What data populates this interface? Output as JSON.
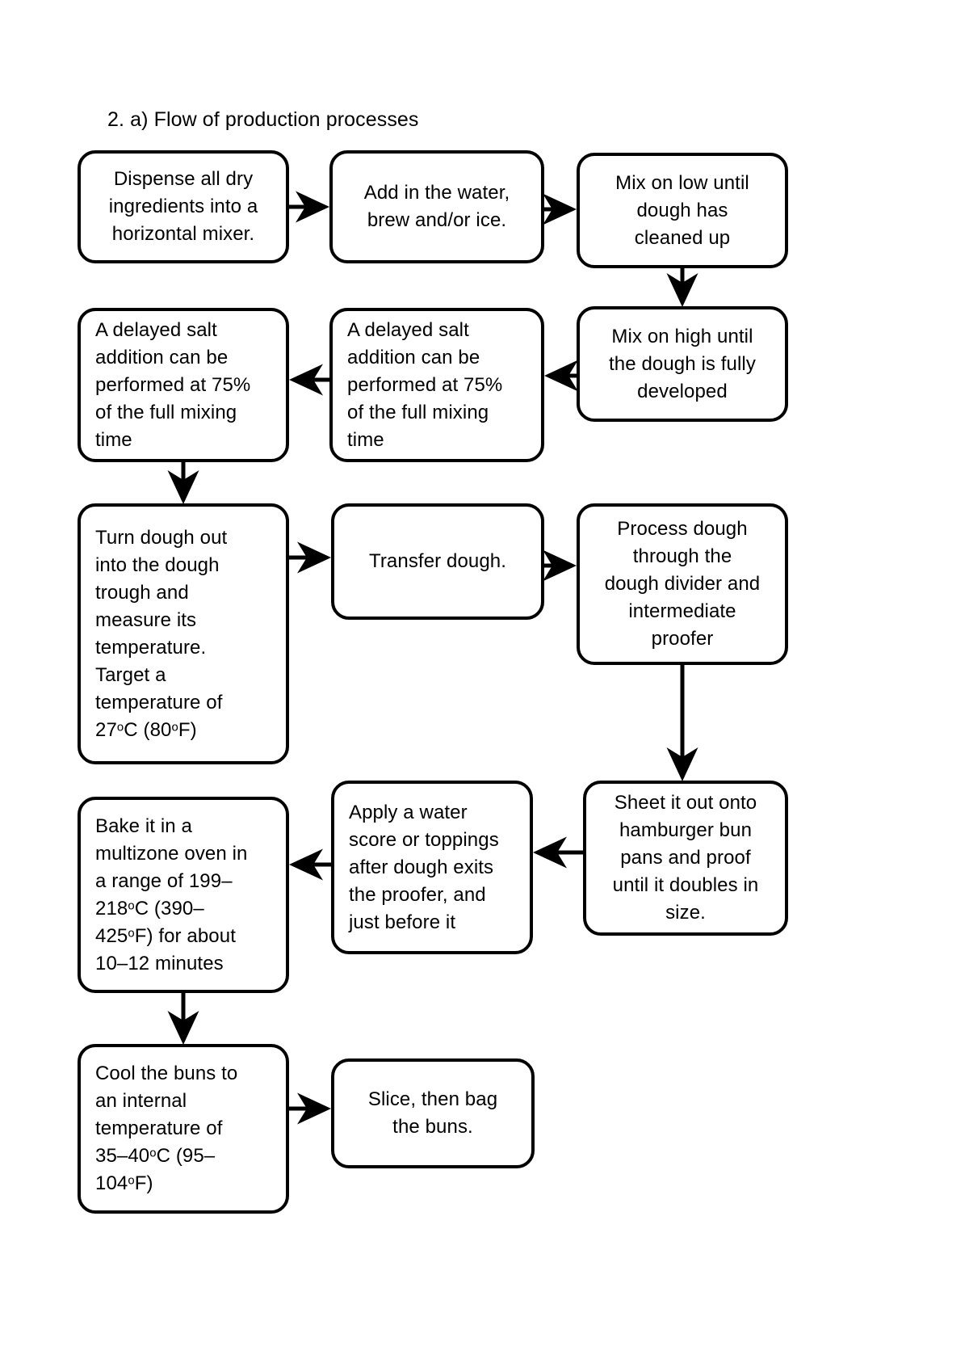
{
  "title": "2. a) Flow of production processes",
  "colors": {
    "line": "#000000",
    "text": "#000000",
    "background": "#ffffff"
  },
  "diagram": {
    "type": "flowchart",
    "orientation": "boustrophedon-rows",
    "nodes": [
      {
        "id": "dispense",
        "label": "Dispense all dry\ningredients into a\nhorizontal mixer.",
        "align": "center"
      },
      {
        "id": "add-water",
        "label": "Add in the water,\nbrew and/or ice.",
        "align": "center"
      },
      {
        "id": "mix-low",
        "label": "Mix on low until\ndough has\ncleaned up",
        "align": "center"
      },
      {
        "id": "mix-high",
        "label": "Mix on high until\nthe dough is fully\ndeveloped",
        "align": "center"
      },
      {
        "id": "salt-middle",
        "label": "A delayed salt\naddition can be\nperformed at 75%\nof the full mixing\ntime",
        "align": "left"
      },
      {
        "id": "salt-left",
        "label": "A delayed salt\naddition can be\nperformed at 75%\nof the full mixing\ntime",
        "align": "left"
      },
      {
        "id": "turn-dough",
        "label_html": "Turn dough out\ninto the dough\ntrough and\nmeasure its\ntemperature.\nTarget a\ntemperature of\n27°C (80°F)",
        "align": "left"
      },
      {
        "id": "transfer-dough",
        "label": "Transfer dough.",
        "align": "center"
      },
      {
        "id": "process-dough",
        "label": "Process dough\nthrough the\ndough divider and\nintermediate\nproofer",
        "align": "center"
      },
      {
        "id": "sheet-out",
        "label": "Sheet it out onto\nhamburger bun\npans and proof\nuntil it doubles in\nsize.",
        "align": "center"
      },
      {
        "id": "apply-water-score",
        "label": "Apply a water\nscore or toppings\nafter dough exits\nthe proofer, and\njust before it",
        "align": "left"
      },
      {
        "id": "bake",
        "label_html": "Bake it in a\nmultizone oven in\na range of 199–\n218°C (390–\n425°F) for about\n10–12 minutes",
        "align": "left"
      },
      {
        "id": "cool",
        "label_html": "Cool the buns to\nan internal\ntemperature of\n35–40°C (95–\n104°F)",
        "align": "left"
      },
      {
        "id": "slice-bag",
        "label": "Slice, then bag\nthe buns.",
        "align": "center"
      }
    ],
    "edges": [
      {
        "from": "dispense",
        "to": "add-water",
        "direction": "right"
      },
      {
        "from": "add-water",
        "to": "mix-low",
        "direction": "right"
      },
      {
        "from": "mix-low",
        "to": "mix-high",
        "direction": "down"
      },
      {
        "from": "mix-high",
        "to": "salt-middle",
        "direction": "left"
      },
      {
        "from": "salt-middle",
        "to": "salt-left",
        "direction": "left"
      },
      {
        "from": "salt-left",
        "to": "turn-dough",
        "direction": "down"
      },
      {
        "from": "turn-dough",
        "to": "transfer-dough",
        "direction": "right"
      },
      {
        "from": "transfer-dough",
        "to": "process-dough",
        "direction": "right"
      },
      {
        "from": "process-dough",
        "to": "sheet-out",
        "direction": "down"
      },
      {
        "from": "sheet-out",
        "to": "apply-water-score",
        "direction": "left"
      },
      {
        "from": "apply-water-score",
        "to": "bake",
        "direction": "left"
      },
      {
        "from": "bake",
        "to": "cool",
        "direction": "down"
      },
      {
        "from": "cool",
        "to": "slice-bag",
        "direction": "right"
      }
    ]
  },
  "text": {
    "dispense_l1": "Dispense all dry",
    "dispense_l2": "ingredients into a",
    "dispense_l3": "horizontal mixer.",
    "addwater_l1": "Add in the water,",
    "addwater_l2": "brew and/or ice.",
    "mixlow_l1": "Mix on low until",
    "mixlow_l2": "dough has",
    "mixlow_l3": "cleaned up",
    "mixhigh_l1": "Mix on high until",
    "mixhigh_l2": "the dough is fully",
    "mixhigh_l3": "developed",
    "salt_l1": "A delayed salt",
    "salt_l2": "addition can be",
    "salt_l3": "performed at 75%",
    "salt_l4": "of the full mixing",
    "salt_l5": "time",
    "turn_l1": "Turn dough out",
    "turn_l2": "into the dough",
    "turn_l3": "trough and",
    "turn_l4": "measure its",
    "turn_l5": "temperature.",
    "turn_l6": "Target a",
    "turn_l7": "temperature of",
    "turn_l8_num": "27",
    "turn_l8_degc": "o",
    "turn_l8_c": "C (80",
    "turn_l8_degf": "o",
    "turn_l8_f": "F)",
    "transfer": "Transfer dough.",
    "process_l1": "Process dough",
    "process_l2": "through the",
    "process_l3": "dough divider and",
    "process_l4": "intermediate",
    "process_l5": "proofer",
    "sheet_l1": "Sheet it out onto",
    "sheet_l2": "hamburger bun",
    "sheet_l3": "pans and proof",
    "sheet_l4": "until it doubles in",
    "sheet_l5": "size.",
    "apply_l1": "Apply a water",
    "apply_l2": "score or toppings",
    "apply_l3": "after dough exits",
    "apply_l4": "the proofer, and",
    "apply_l5": "just before it",
    "bake_l1": "Bake it in a",
    "bake_l2": "multizone oven in",
    "bake_l3": "a range of 199–",
    "bake_l4_num": "218",
    "bake_l4_deg": "o",
    "bake_l4_rest": "C (390–",
    "bake_l5_num": "425",
    "bake_l5_deg": "o",
    "bake_l5_rest": "F) for about",
    "bake_l6": "10–12 minutes",
    "cool_l1": "Cool the buns to",
    "cool_l2": "an internal",
    "cool_l3": "temperature of",
    "cool_l4_num": "35–40",
    "cool_l4_deg": "o",
    "cool_l4_rest": "C (95–",
    "cool_l5_num": "104",
    "cool_l5_deg": "o",
    "cool_l5_rest": "F)",
    "slice_l1": "Slice, then bag",
    "slice_l2": "the buns."
  }
}
